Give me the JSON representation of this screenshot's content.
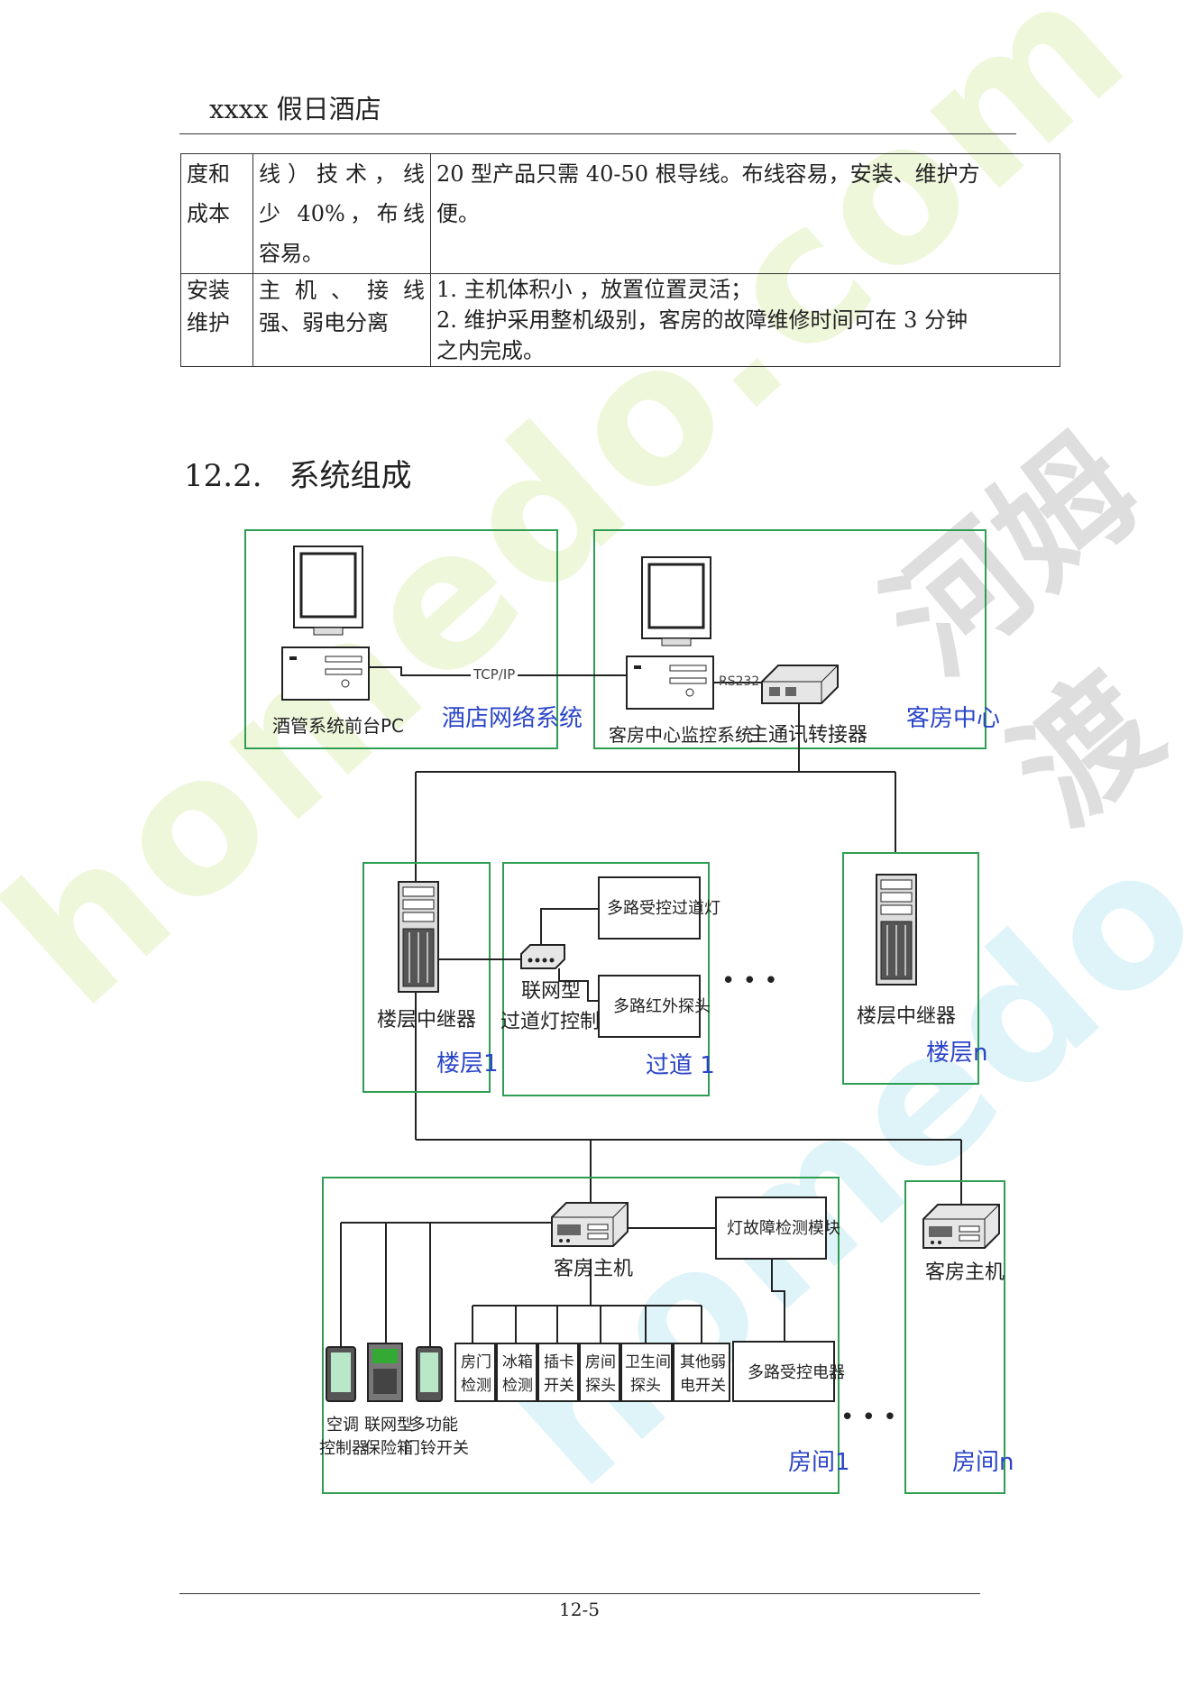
{
  "header": {
    "title": "xxxx 假日酒店"
  },
  "table": {
    "rows": [
      {
        "c1": [
          "度和",
          "成本"
        ],
        "c2": [
          "线）技术，线",
          "少 40%，布线",
          "容易。"
        ],
        "c3": [
          "20 型产品只需 40-50 根导线。布线容易，安装、维护方",
          "便。"
        ]
      },
      {
        "c1": [
          "安装",
          "维护"
        ],
        "c2": [
          "主机、接线",
          "强、弱电分离"
        ],
        "c3": [
          "1. 主机体积小 ，放置位置灵活；",
          "2. 维护采用整机级别，客房的故障维修时间可在 3 分钟",
          "之内完成。"
        ]
      }
    ]
  },
  "section": {
    "number": "12.2.",
    "title": "系统组成"
  },
  "diagram": {
    "boxes": {
      "hotel_network": "酒店网络系统",
      "room_center": "客房中心",
      "floor1": "楼层1",
      "corridor1": "过道 1",
      "floorn": "楼层n",
      "room1": "房间1",
      "roomn": "房间n"
    },
    "labels": {
      "front_pc": "酒管系统前台PC",
      "tcpip": "TCP/IP",
      "rs232": "RS232",
      "monitor_system": "客房中心监控系统",
      "converter": "主通讯转接器",
      "relay1": "楼层中继器",
      "relayn": "楼层中继器",
      "ctrl_line1": "联网型",
      "ctrl_line2": "过道灯控制器",
      "multi_light": "多路受控过道灯",
      "multi_ir": "多路红外探头",
      "ellipsis": "• • •",
      "host1": "客房主机",
      "hostn": "客房主机",
      "fault_module": "灯故障检测模块",
      "multi_relay": "多路受控电器",
      "ac_line1": "空调",
      "ac_line2": "控制器",
      "safe_line1": "联网型",
      "safe_line2": "保险箱",
      "bell_line1": "多功能",
      "bell_line2": "门铃开关",
      "sensors": [
        [
          "房门",
          "检测"
        ],
        [
          "冰箱",
          "检测"
        ],
        [
          "插卡",
          "开关"
        ],
        [
          "房间",
          "探头"
        ],
        [
          "卫生间",
          "探头"
        ],
        [
          "其他弱",
          "电开关"
        ]
      ]
    }
  },
  "footer": {
    "page": "12-5"
  },
  "watermark": {
    "brand": "河姆渡",
    "site": "homedo.com"
  },
  "colors": {
    "box_border": "#2e9e52",
    "box_label": "#2b45c8",
    "watermark_blue": "#b8e6f2",
    "watermark_green": "#e3f1c2"
  }
}
